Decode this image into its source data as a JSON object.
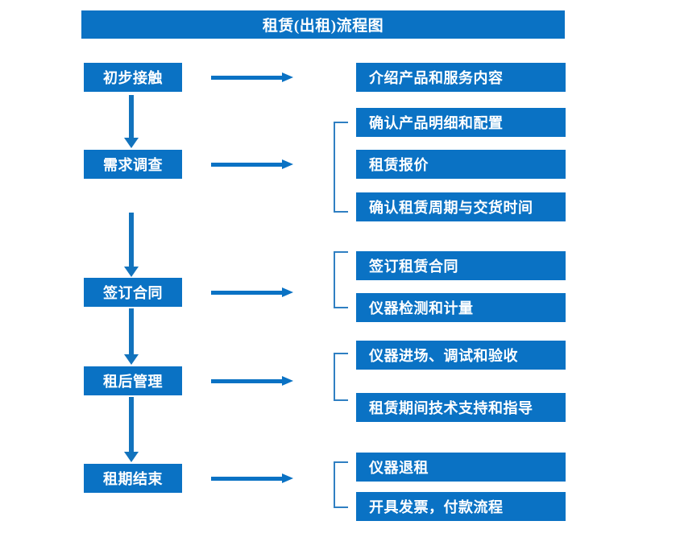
{
  "diagram": {
    "title": "租赁(出租)流程图",
    "accent_color": "#0a72c4",
    "connector_color": "#2f7fc2",
    "text_color": "#ffffff",
    "background_color": "#ffffff",
    "stages": [
      {
        "id": "stage-1",
        "label": "初步接触"
      },
      {
        "id": "stage-2",
        "label": "需求调查"
      },
      {
        "id": "stage-3",
        "label": "签订合同"
      },
      {
        "id": "stage-4",
        "label": "租后管理"
      },
      {
        "id": "stage-5",
        "label": "租期结束"
      }
    ],
    "tasks": [
      {
        "id": "task-1",
        "label": "介绍产品和服务内容"
      },
      {
        "id": "task-2",
        "label": "确认产品明细和配置"
      },
      {
        "id": "task-3",
        "label": "租赁报价"
      },
      {
        "id": "task-4",
        "label": "确认租赁周期与交货时间"
      },
      {
        "id": "task-5",
        "label": "签订租赁合同"
      },
      {
        "id": "task-6",
        "label": "仪器检测和计量"
      },
      {
        "id": "task-7",
        "label": "仪器进场、调试和验收"
      },
      {
        "id": "task-8",
        "label": "租赁期间技术支持和指导"
      },
      {
        "id": "task-9",
        "label": "仪器退租"
      },
      {
        "id": "task-10",
        "label": "开具发票，付款流程"
      }
    ],
    "groups": [
      {
        "id": "group-needs",
        "stage": "需求调查",
        "tasks": [
          "确认产品明细和配置",
          "租赁报价",
          "确认租赁周期与交货时间"
        ]
      },
      {
        "id": "group-contract",
        "stage": "签订合同",
        "tasks": [
          "签订租赁合同",
          "仪器检测和计量"
        ]
      },
      {
        "id": "group-aftercare",
        "stage": "租后管理",
        "tasks": [
          "仪器进场、调试和验收",
          "租赁期间技术支持和指导"
        ]
      },
      {
        "id": "group-end",
        "stage": "租期结束",
        "tasks": [
          "仪器退租",
          "开具发票，付款流程"
        ]
      }
    ],
    "flow_arrows": [
      {
        "id": "flow-1",
        "from": "初步接触",
        "to": "需求调查",
        "direction": "down"
      },
      {
        "id": "flow-2",
        "from": "需求调查",
        "to": "签订合同",
        "direction": "down"
      },
      {
        "id": "flow-3",
        "from": "签订合同",
        "to": "租后管理",
        "direction": "down"
      },
      {
        "id": "flow-4",
        "from": "租后管理",
        "to": "租期结束",
        "direction": "down"
      }
    ],
    "link_arrows": [
      {
        "id": "link-1",
        "from": "初步接触",
        "direction": "right"
      },
      {
        "id": "link-2",
        "from": "需求调查",
        "direction": "right"
      },
      {
        "id": "link-3",
        "from": "签订合同",
        "direction": "right"
      },
      {
        "id": "link-4",
        "from": "租后管理",
        "direction": "right"
      },
      {
        "id": "link-5",
        "from": "租期结束",
        "direction": "right"
      }
    ]
  }
}
